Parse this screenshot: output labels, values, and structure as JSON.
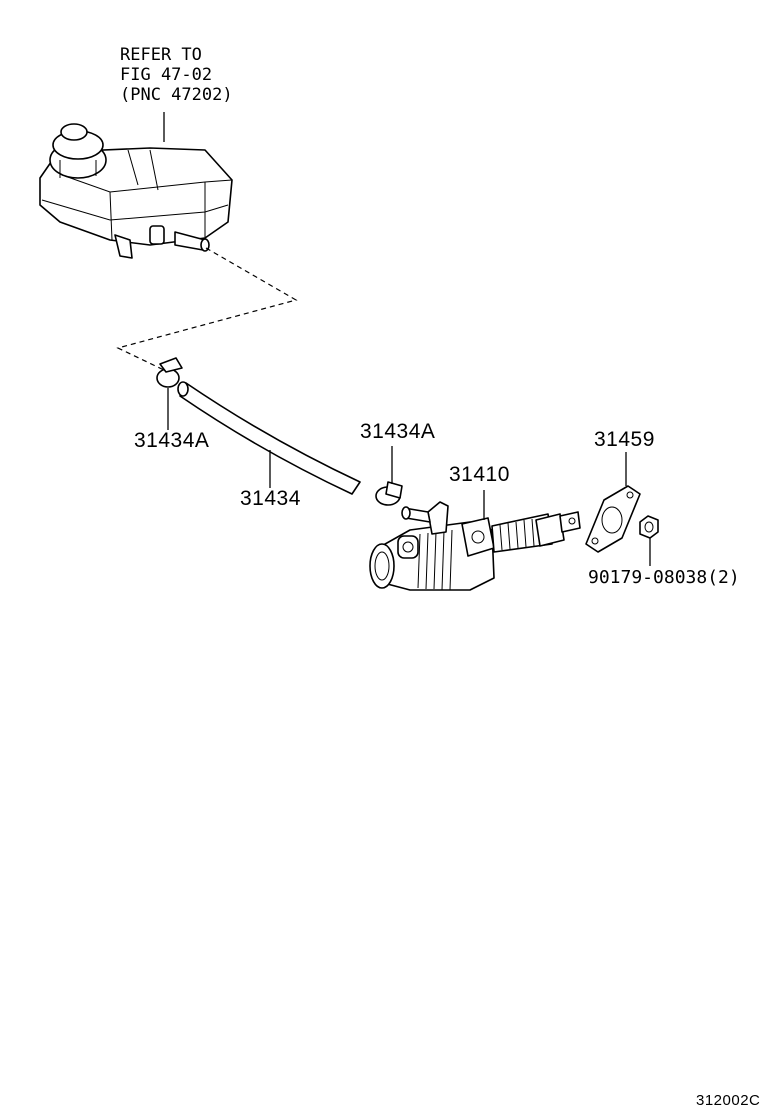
{
  "reference": {
    "line1": "REFER TO",
    "line2": "FIG 47-02",
    "line3": "(PNC 47202)"
  },
  "parts": {
    "clamp_left": "31434A",
    "hose": "31434",
    "clamp_right": "31434A",
    "master_cylinder": "31410",
    "gasket": "31459",
    "nut": "90179-08038(2)"
  },
  "illustration_id": "312002C"
}
